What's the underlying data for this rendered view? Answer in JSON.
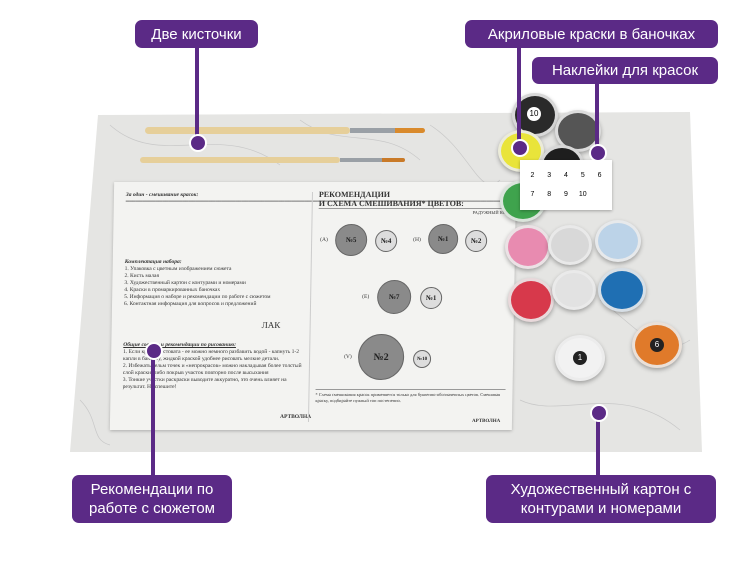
{
  "callouts": {
    "brushes": "Две кисточки",
    "paints": "Акриловые краски в баночках",
    "stickers": "Наклейки для красок",
    "guide": "Рекомендации по работе с сюжетом",
    "canvas": "Художественный картон с контурами и номерами"
  },
  "sheet_left": {
    "title": "За один - смешивание красок:",
    "kit_title": "Комплектация набора:",
    "kit_items": [
      "1. Упаковка с цветным изображением сюжета",
      "2. Кисть малая",
      "3. Художественный картон с контурами и номерами",
      "4. Краски в промаркированных баночках",
      "5. Информация о наборе и рекомендации по работе с сюжетом",
      "6. Контактная информация для вопросов и предложений"
    ],
    "lak": "ЛАК",
    "tips_title": "Общие советы и рекомендации по рисованию:",
    "tips": [
      "1. Если краска густовата - ее можно немного разбавить водой - капнуть 1-2 капли в баночку, жидкой краской удобнее рисовать мелкие детали.",
      "2. Избежать бельм точек и «непрокрасов» можно накладывая более толстый слой краски, либо покрыв участок повторно после высыхания",
      "3. Тонкие участки раскраски выводите аккуратно, это очень влияет на результат. Не спешите!"
    ],
    "brand": "АРТВОЛНА"
  },
  "sheet_right": {
    "title_line1": "РЕКОМЕНДАЦИИ",
    "title_line2": "И СХЕМА СМЕШИВАНИЯ* ЦВЕТОВ:",
    "subtitle": "РАДУЖНЫЙ КОТ",
    "mixes": [
      {
        "label": "(А)",
        "a": "№5",
        "b": "№4"
      },
      {
        "label": "(Н)",
        "a": "№1",
        "b": "№2"
      },
      {
        "label": "(Е)",
        "a": "№7",
        "b": "№1"
      },
      {
        "label": "(V)",
        "a": "№2",
        "b": "№10"
      }
    ],
    "footnote": "* Схема смешивания красок применяется только для буквенно-обозначенных цветов. Смешивая краску, подбирайте нужный тон постепенно.",
    "brand": "АРТВОЛНА"
  },
  "sticker_numbers": [
    "2",
    "3",
    "4",
    "5",
    "6",
    "7",
    "8",
    "9",
    "10"
  ],
  "pot_numbers": {
    "black": "10",
    "white": "1",
    "orange": "6"
  },
  "colors": {
    "accent": "#5b2a86",
    "board": "#e7e7e5"
  }
}
